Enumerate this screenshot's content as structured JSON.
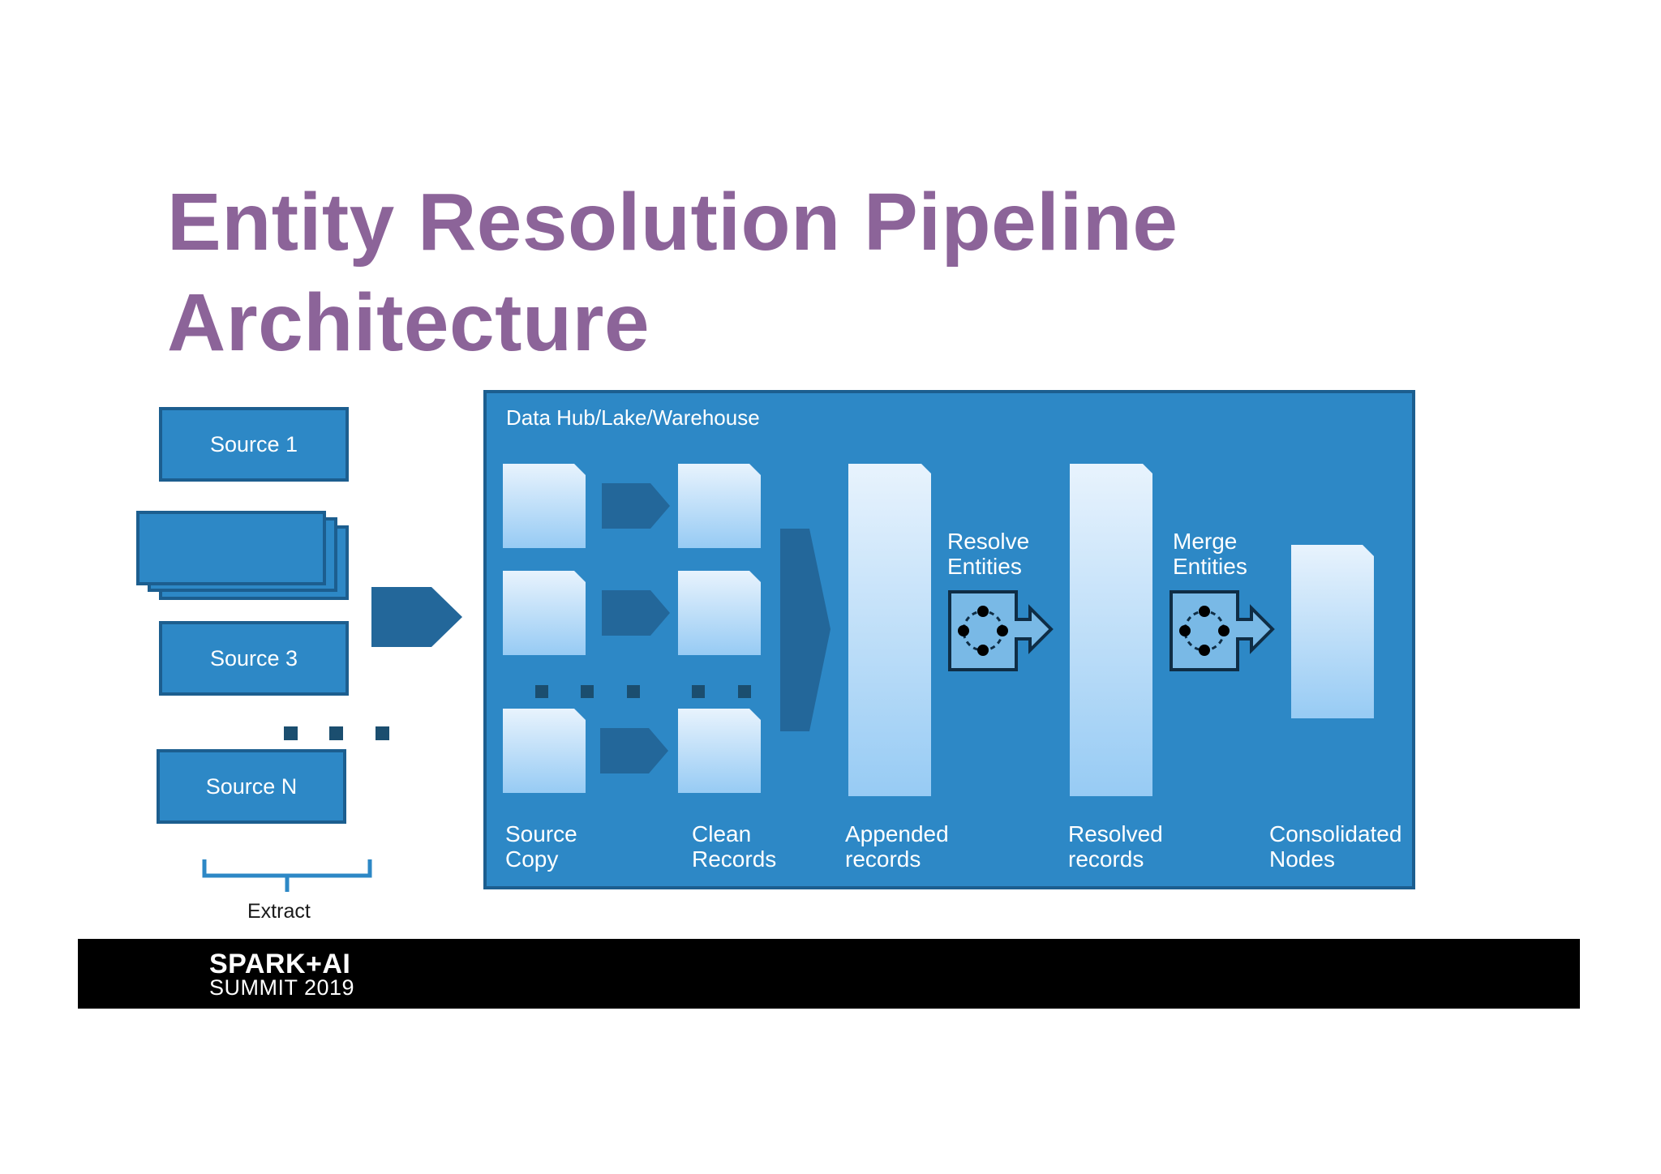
{
  "title": {
    "line1": "Entity Resolution Pipeline",
    "line2": "Architecture"
  },
  "sources": {
    "s1": "Source 1",
    "s3": "Source 3",
    "sn": "Source N"
  },
  "extract_label": "Extract",
  "hub": {
    "label": "Data Hub/Lake/Warehouse",
    "captions": {
      "source_copy": "Source\nCopy",
      "clean_records": "Clean\nRecords",
      "appended": "Appended\nrecords",
      "resolved": "Resolved\nrecords",
      "consolidated": "Consolidated\nNodes"
    },
    "steps": {
      "resolve": "Resolve\nEntities",
      "merge": "Merge\nEntities"
    }
  },
  "footer": {
    "logo_line1": "SPARK+AI",
    "logo_line2": "SUMMIT 2019"
  },
  "colors": {
    "title": "#8c6499",
    "box": "#2d88c6",
    "border": "#1c5e8f",
    "arrow": "#23679a",
    "dots": "#1b4e6f",
    "doc_top": "#e8f3fd",
    "doc_bottom": "#97cbf4"
  },
  "icons": [
    "entity-resolve-icon",
    "entity-merge-icon",
    "spark-ai-logo-icon"
  ]
}
